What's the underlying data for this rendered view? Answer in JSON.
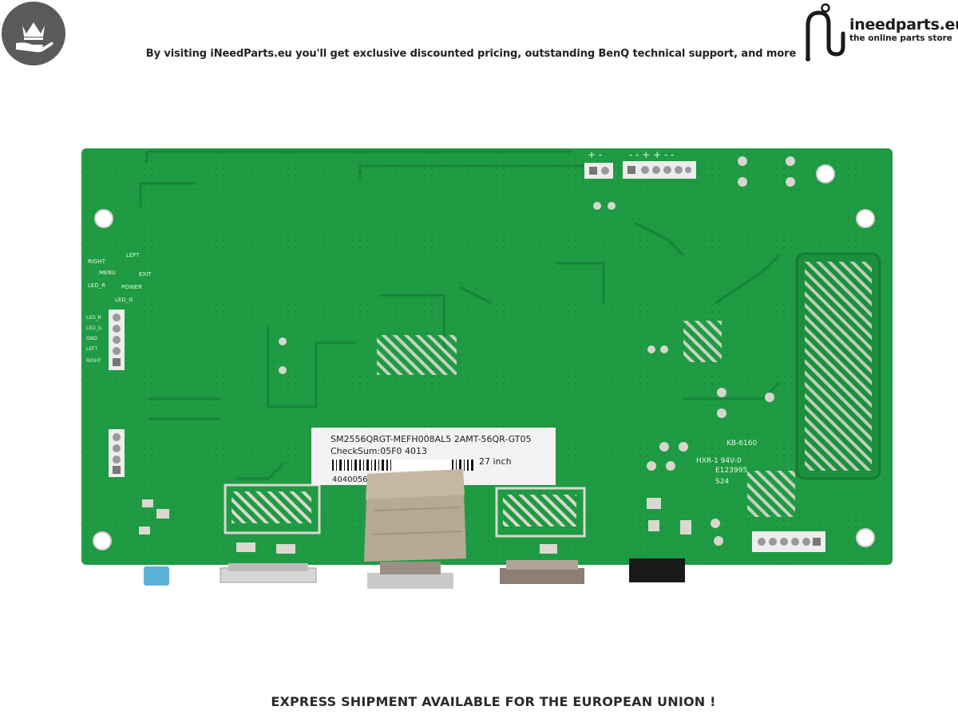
{
  "header": {
    "tagline": "By visiting iNeedParts.eu you'll get exclusive discounted pricing, outstanding BenQ technical support, and more"
  },
  "brand": {
    "name": "ineedparts.eu",
    "tagline": "the online parts store"
  },
  "badge": {
    "icon": "crown-hand-icon"
  },
  "board": {
    "sticker": {
      "line1": "SM2556QRGT-MEFH008AL5   2AMT-56QR-GT05",
      "line2": "CheckSum:05F0   4013",
      "size": "27 inch",
      "serial": "40400564"
    },
    "silkscreen": {
      "left_buttons": [
        "RIGHT",
        "LEFT",
        "MENU",
        "EXIT",
        "LED_R",
        "POWER",
        "LED_G"
      ],
      "left_header": [
        "LED_R",
        "LED_G",
        "GND",
        "LEFT",
        "RIGHT"
      ],
      "right_marks": [
        "KB-6160",
        "HXR-1 94V-0",
        "E123995",
        "S24"
      ],
      "top_polarity_a": "+ -",
      "top_polarity_b": "- - + + - -"
    },
    "colors": {
      "pcb": "#1f9b43",
      "pcb_dark": "#168336",
      "pad": "#d9d9d0",
      "label_bg": "#f3f3f3"
    }
  },
  "footer": {
    "text": "EXPRESS SHIPMENT AVAILABLE FOR THE EUROPEAN UNION !"
  }
}
